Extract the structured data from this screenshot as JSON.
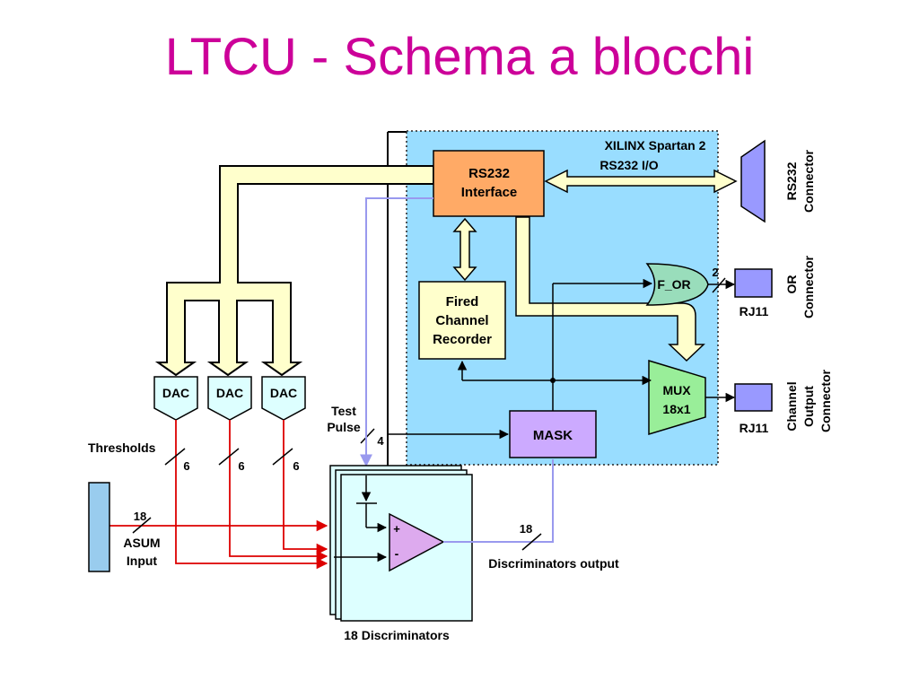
{
  "title": "LTCU - Schema a blocchi",
  "fpga": {
    "label": "XILINX Spartan 2",
    "io_label": "RS232 I/O"
  },
  "rs232_interface": {
    "line1": "RS232",
    "line2": "Interface"
  },
  "rs232_connector": {
    "line1": "RS232",
    "line2": "Connector"
  },
  "fired_channel_recorder": {
    "line1": "Fired",
    "line2": "Channel",
    "line3": "Recorder"
  },
  "f_or": {
    "label": "F_OR",
    "bus_width": "2"
  },
  "or_connector": {
    "rj_label": "RJ11",
    "line1": "OR",
    "line2": "Connector"
  },
  "mux": {
    "line1": "MUX",
    "line2": "18x1"
  },
  "channel_output_connector": {
    "rj_label": "RJ11",
    "line1": "Channel",
    "line2": "Output",
    "line3": "Connector"
  },
  "mask": {
    "label": "MASK"
  },
  "dacs": [
    {
      "label": "DAC",
      "bits": "6"
    },
    {
      "label": "DAC",
      "bits": "6"
    },
    {
      "label": "DAC",
      "bits": "6"
    }
  ],
  "thresholds_label": "Thresholds",
  "test_pulse": {
    "line1": "Test",
    "line2": "Pulse",
    "bits": "4"
  },
  "asum": {
    "bus_width": "18",
    "line1": "ASUM",
    "line2": "Input"
  },
  "comparator": {
    "plus": "+",
    "minus": "-"
  },
  "discriminators": {
    "label": "18 Discriminators",
    "output_label": "Discriminators output",
    "output_width": "18"
  }
}
